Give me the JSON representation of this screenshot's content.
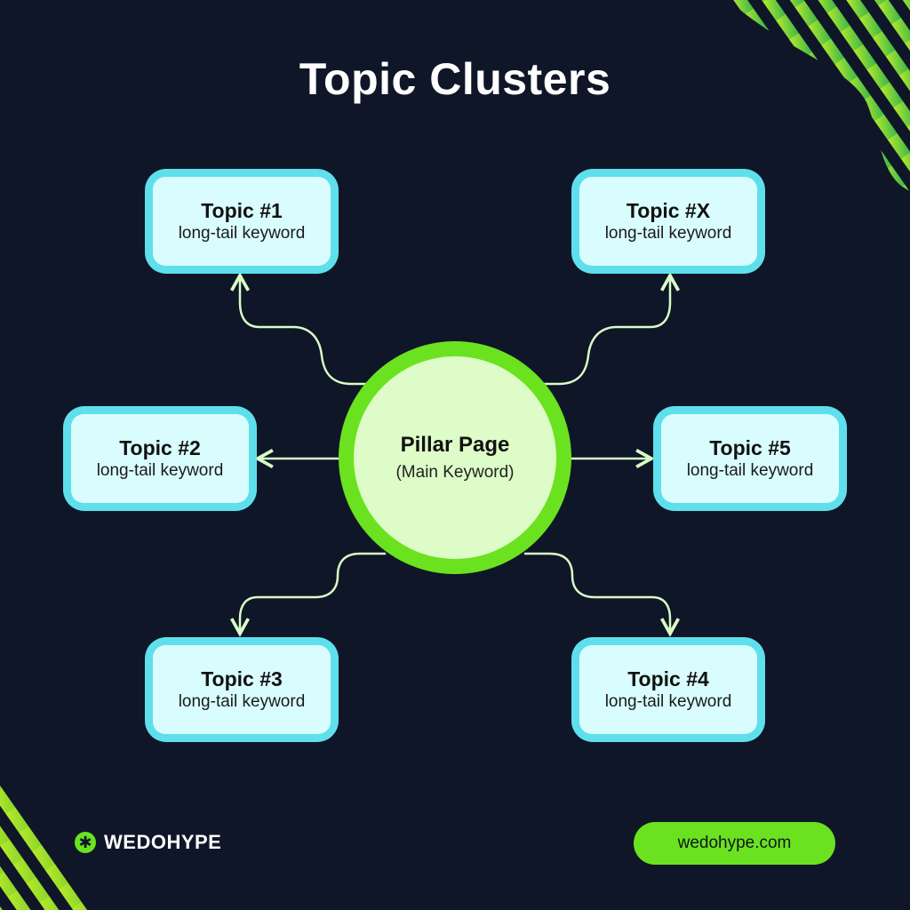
{
  "title": "Topic Clusters",
  "pillar": {
    "title": "Pillar Page",
    "subtitle": "(Main Keyword)"
  },
  "topics": [
    {
      "title": "Topic #1",
      "subtitle": "long-tail keyword"
    },
    {
      "title": "Topic #X",
      "subtitle": "long-tail keyword"
    },
    {
      "title": "Topic #2",
      "subtitle": "long-tail keyword"
    },
    {
      "title": "Topic #5",
      "subtitle": "long-tail keyword"
    },
    {
      "title": "Topic #3",
      "subtitle": "long-tail keyword"
    },
    {
      "title": "Topic #4",
      "subtitle": "long-tail keyword"
    }
  ],
  "brand": {
    "icon": "asterisk-icon",
    "name": "WEDOHYPE"
  },
  "url": "wedohype.com",
  "colors": {
    "background": "#0e1628",
    "accent_green": "#6be21f",
    "card_border": "#5fdfec",
    "card_fill": "#d9fdff",
    "pillar_fill": "#ddfcc7",
    "connector": "#d9fdc6"
  }
}
